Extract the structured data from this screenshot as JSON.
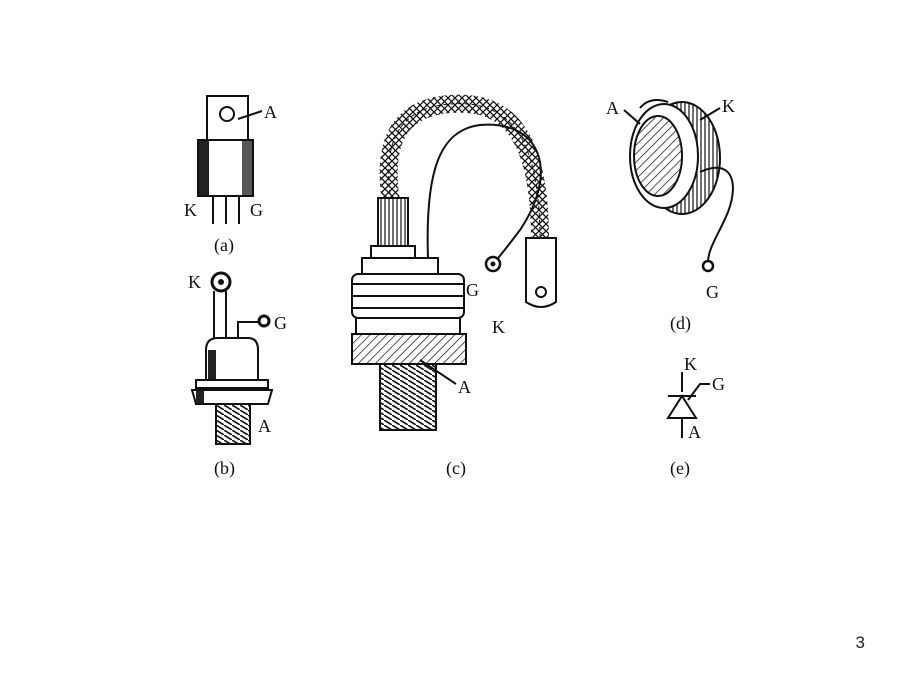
{
  "figure": {
    "a": {
      "caption": "(a)",
      "labels": {
        "A": "A",
        "K": "K",
        "G": "G"
      }
    },
    "b": {
      "caption": "(b)",
      "labels": {
        "K": "K",
        "G": "G",
        "A": "A"
      }
    },
    "c": {
      "caption": "(c)",
      "labels": {
        "G": "G",
        "K": "K",
        "A": "A"
      }
    },
    "d": {
      "caption": "(d)",
      "labels": {
        "A": "A",
        "K": "K",
        "G": "G"
      }
    },
    "e": {
      "caption": "(e)",
      "labels": {
        "K": "K",
        "G": "G",
        "A": "A"
      }
    }
  },
  "page_number": "3"
}
